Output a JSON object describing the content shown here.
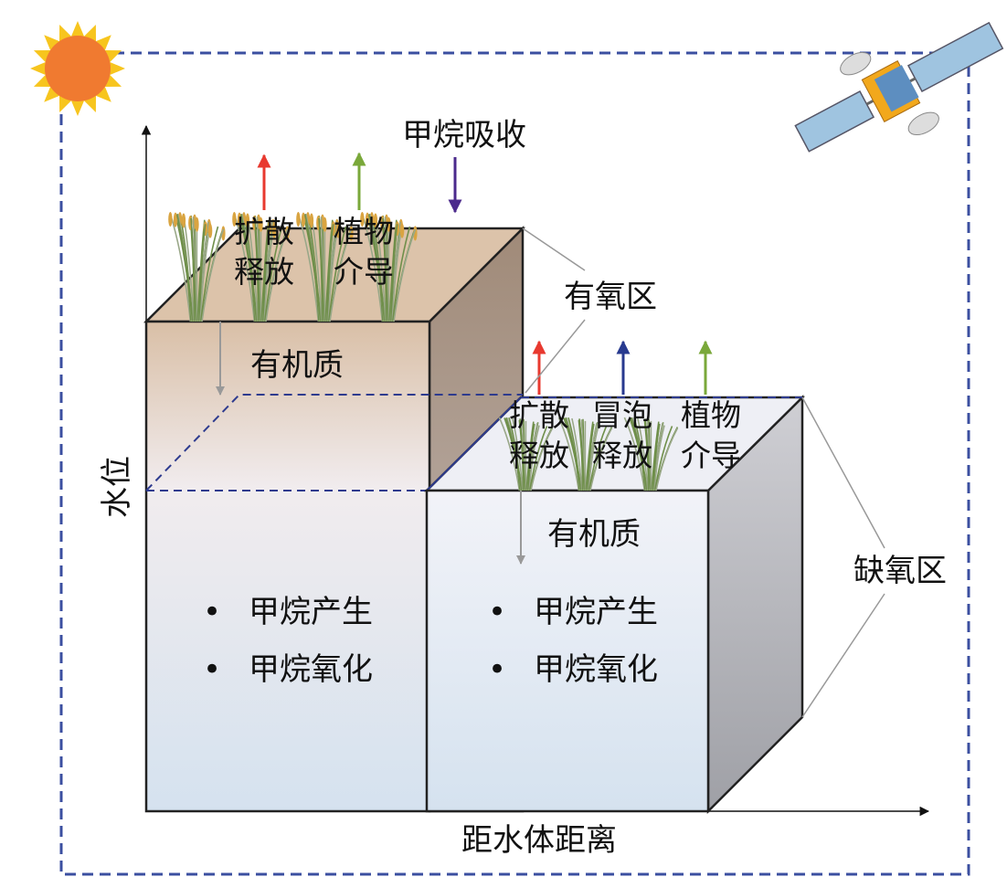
{
  "labels": {
    "methane_uptake": "甲烷吸收",
    "left_diffusion_l1": "扩散",
    "left_diffusion_l2": "释放",
    "left_plant_l1": "植物",
    "left_plant_l2": "介导",
    "aerobic_zone": "有氧区",
    "left_organic": "有机质",
    "right_diffusion_l1": "扩散",
    "right_diffusion_l2": "释放",
    "right_ebullition_l1": "冒泡",
    "right_ebullition_l2": "释放",
    "right_plant_l1": "植物",
    "right_plant_l2": "介导",
    "right_organic": "有机质",
    "anaerobic_zone": "缺氧区",
    "left_bullets": [
      "甲烷产生",
      "甲烷氧化"
    ],
    "right_bullets": [
      "甲烷产生",
      "甲烷氧化"
    ],
    "y_axis": "水位",
    "x_axis": "距水体距离"
  },
  "colors": {
    "frame": "#3b4fa0",
    "diffusion_arrow": "#e8392f",
    "plant_arrow": "#7aa83a",
    "uptake_arrow": "#4b2a8c",
    "ebullition_arrow": "#283a8f",
    "sun": "#f07a30",
    "sun_rays": "#f7c51e"
  }
}
